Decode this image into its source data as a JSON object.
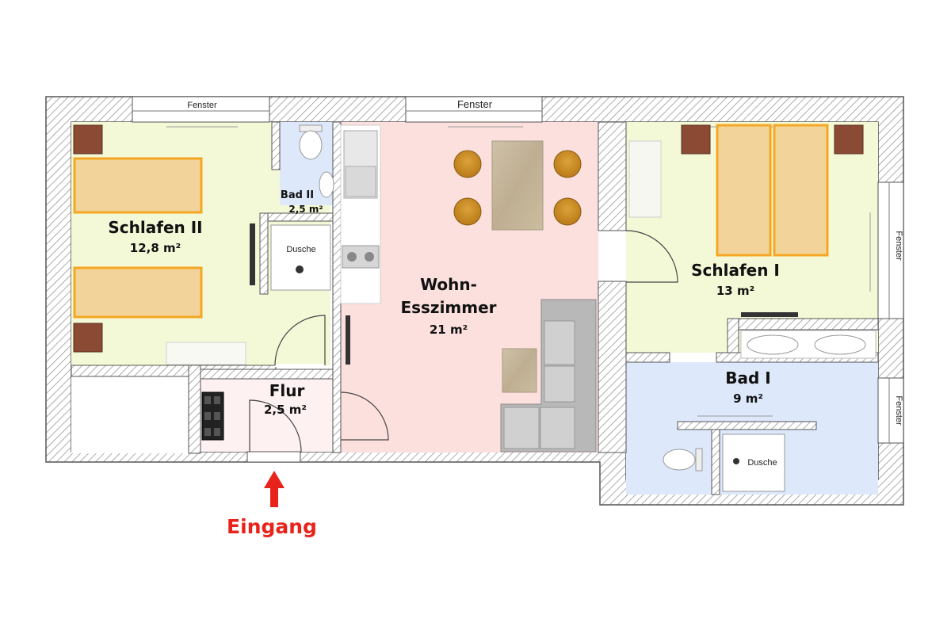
{
  "rooms": [
    {
      "name": "Schlafen II",
      "area": "12,8 m²",
      "fill": "#f3f9d6"
    },
    {
      "name": "Bad II",
      "area": "2,5 m²",
      "fill": "#dde8fa"
    },
    {
      "name_line1": "Wohn-",
      "name_line2": "Esszimmer",
      "area": "21 m²",
      "fill": "#fbe0de"
    },
    {
      "name": "Schlafen I",
      "area": "13 m²",
      "fill": "#f3f9d6"
    },
    {
      "name": "Flur",
      "area": "2,5 m²",
      "fill": "#fdf1f1"
    },
    {
      "name": "Bad I",
      "area": "9 m²",
      "fill": "#dde8fa"
    }
  ],
  "windows": {
    "top_left": "Fenster",
    "top_center": "Fenster",
    "right_upper": "Fenster",
    "right_lower": "Fenster"
  },
  "fixtures": {
    "shower_bad2": "Dusche",
    "shower_bad1": "Dusche"
  },
  "entrance": {
    "label": "Eingang",
    "color": "#e8231b"
  },
  "colors": {
    "wall_hatch": "#8a8a8a",
    "bed": "#f2d49b",
    "bed_frame": "#f5a623",
    "chair": "#c98a1e",
    "table": "#c4b49a",
    "sofa": "#b5b5b5"
  }
}
